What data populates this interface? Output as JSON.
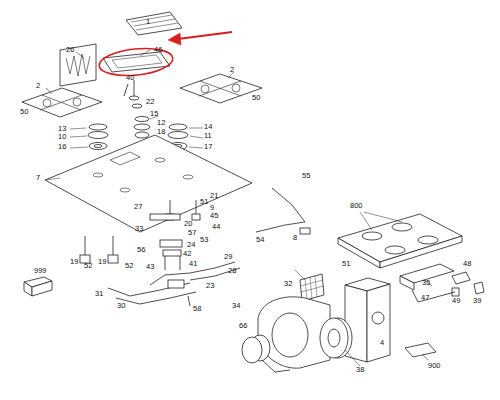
{
  "diagram": {
    "labels": [
      "1",
      "46",
      "26",
      "40",
      "22",
      "2",
      "2",
      "50",
      "50",
      "13",
      "10",
      "16",
      "15",
      "12",
      "18",
      "14",
      "11",
      "17",
      "7",
      "27",
      "21",
      "51",
      "9",
      "45",
      "44",
      "20",
      "57",
      "53",
      "33",
      "56",
      "24",
      "42",
      "43",
      "41",
      "29",
      "28",
      "23",
      "19",
      "52",
      "19",
      "52",
      "31",
      "30",
      "58",
      "55",
      "54",
      "8",
      "800",
      "51",
      "35",
      "48",
      "32",
      "34",
      "4",
      "38",
      "47",
      "49",
      "39",
      "66",
      "900",
      "999"
    ]
  }
}
